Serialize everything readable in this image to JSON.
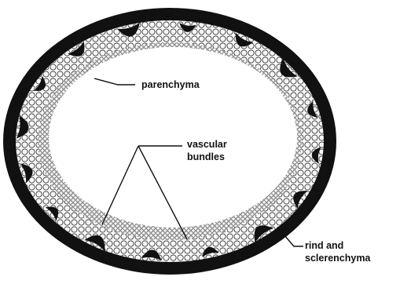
{
  "diagram": {
    "labels": {
      "parenchyma": "parenchyma",
      "vascular_line1": "vascular",
      "vascular_line2": "bundles",
      "rind_line1": "rind and",
      "rind_line2": "sclerenchyma"
    },
    "colors": {
      "ink": "#111111",
      "cell_fill": "#f7f7f7",
      "cell_edge": "#3a3a3a",
      "background": "#ffffff"
    }
  }
}
